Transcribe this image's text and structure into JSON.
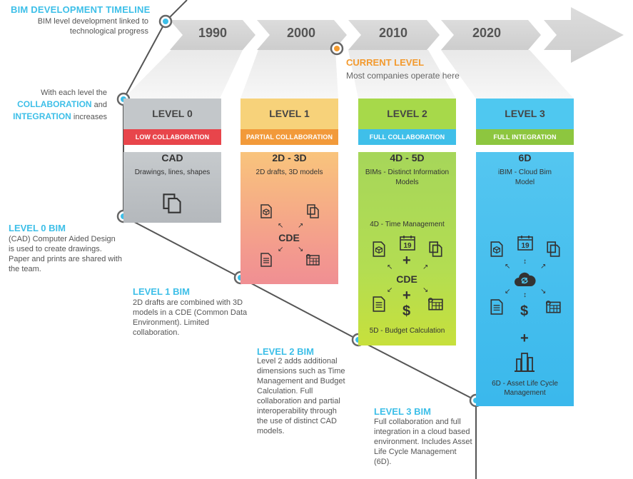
{
  "header": {
    "title": "BIM DEVELOPMENT TIMELINE",
    "subtitle": "BIM level development linked to technological progress"
  },
  "timeline": {
    "years": [
      "1990",
      "2000",
      "2010",
      "2020"
    ],
    "current_level_title": "CURRENT LEVEL",
    "current_level_text": "Most companies operate here"
  },
  "collab_note": {
    "prefix": "With each level the",
    "word1": "COLLABORATION",
    "and": "and",
    "word2": "INTEGRATION",
    "suffix": "increases"
  },
  "levels": [
    {
      "label": "LEVEL 0",
      "tag": "LOW COLLABORATION",
      "dimension": "CAD",
      "desc": "Drawings, lines, shapes"
    },
    {
      "label": "LEVEL 1",
      "tag": "PARTIAL COLLABORATION",
      "dimension": "2D - 3D",
      "desc": "2D drafts, 3D models",
      "hub": "CDE"
    },
    {
      "label": "LEVEL 2",
      "tag": "FULL COLLABORATION",
      "dimension": "4D - 5D",
      "desc": "BIMs - Distinct Information Models",
      "time_label": "4D - Time Management",
      "hub": "CDE",
      "budget_label": "5D - Budget Calculation"
    },
    {
      "label": "LEVEL 3",
      "tag": "FULL INTEGRATION",
      "dimension": "6D",
      "desc": "iBIM - Cloud Bim Model",
      "asset_label": "6D - Asset Life Cycle Management"
    }
  ],
  "calendar_day": "19",
  "symbols": {
    "plus": "+",
    "dollar": "$"
  },
  "descriptions": [
    {
      "title": "LEVEL 0 BIM",
      "text": "(CAD) Computer Aided Design is used to create drawings. Paper and prints are shared with the team."
    },
    {
      "title": "LEVEL 1 BIM",
      "text": "2D drafts are combined with 3D models in a CDE (Common Data Environment). Limited collaboration."
    },
    {
      "title": "LEVEL 2 BIM",
      "text": "Level 2 adds additional dimensions such as Time Management and Budget Calculation. Full collaboration and partial interoperability through the use of distinct CAD models."
    },
    {
      "title": "LEVEL 3 BIM",
      "text": "Full collaboration and full integration in a cloud based environment. Includes Asset Life Cycle Management (6D)."
    }
  ],
  "colors": {
    "accent_blue": "#3dbfe8",
    "accent_orange": "#f39a2e",
    "level0": "#c3c7ca",
    "level1": "#f7d27a",
    "level2": "#a7d94a",
    "level3": "#4fc8f0",
    "tag_red": "#e8454b",
    "tag_orange": "#f29a3a",
    "tag_blue": "#3fbfe9",
    "tag_green": "#8dc63f"
  }
}
